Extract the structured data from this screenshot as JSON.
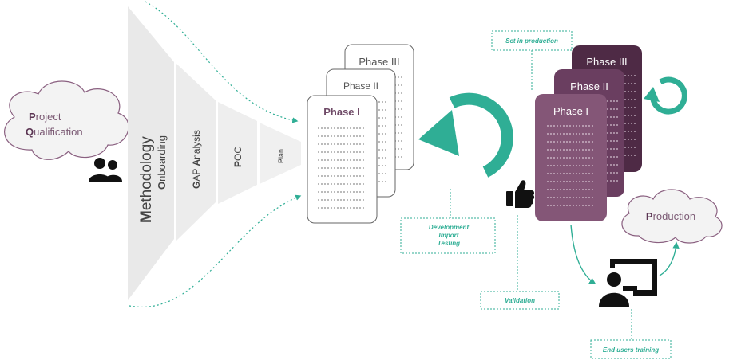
{
  "qualification": {
    "first_initial": "P",
    "first_rest": "roject",
    "second_initial": "Q",
    "second_rest": "ualification"
  },
  "funnel": {
    "methodology_initial": "M",
    "methodology_rest": "ethodology",
    "onboarding_initial": "O",
    "onboarding_rest": "nboarding",
    "gap_initial_g": "G",
    "gap_mid": "AP ",
    "gap_initial_a": "A",
    "gap_rest": "nalysis",
    "poc_initial": "P",
    "poc_rest": "OC",
    "plan_initial": "P",
    "plan_rest": "lan"
  },
  "dev_phases": [
    "Phase III",
    "Phase II",
    "Phase I"
  ],
  "prod_phases": [
    "Phase III",
    "Phase II",
    "Phase I"
  ],
  "labels": {
    "set_in_production": "Set in production",
    "development": "Development",
    "import": "Import",
    "testing": "Testing",
    "validation": "Validation",
    "end_users_training": "End users training"
  },
  "production": {
    "initial": "P",
    "rest": "roduction"
  },
  "colors": {
    "accent_green": "#2fae95",
    "funnel_gray": "#ebebeb",
    "purple_text": "#7b5a74",
    "phase_dark": "#4e2a45",
    "phase_mid": "#6a3e60",
    "phase_light": "#845677",
    "cloud_fill": "#f3f3f3",
    "cloud_stroke": "#8a6080"
  },
  "icons": [
    "users-icon",
    "thumbs-up-icon",
    "presentation-icon",
    "cycle-arrow-icon",
    "small-cycle-arrow-icon"
  ]
}
